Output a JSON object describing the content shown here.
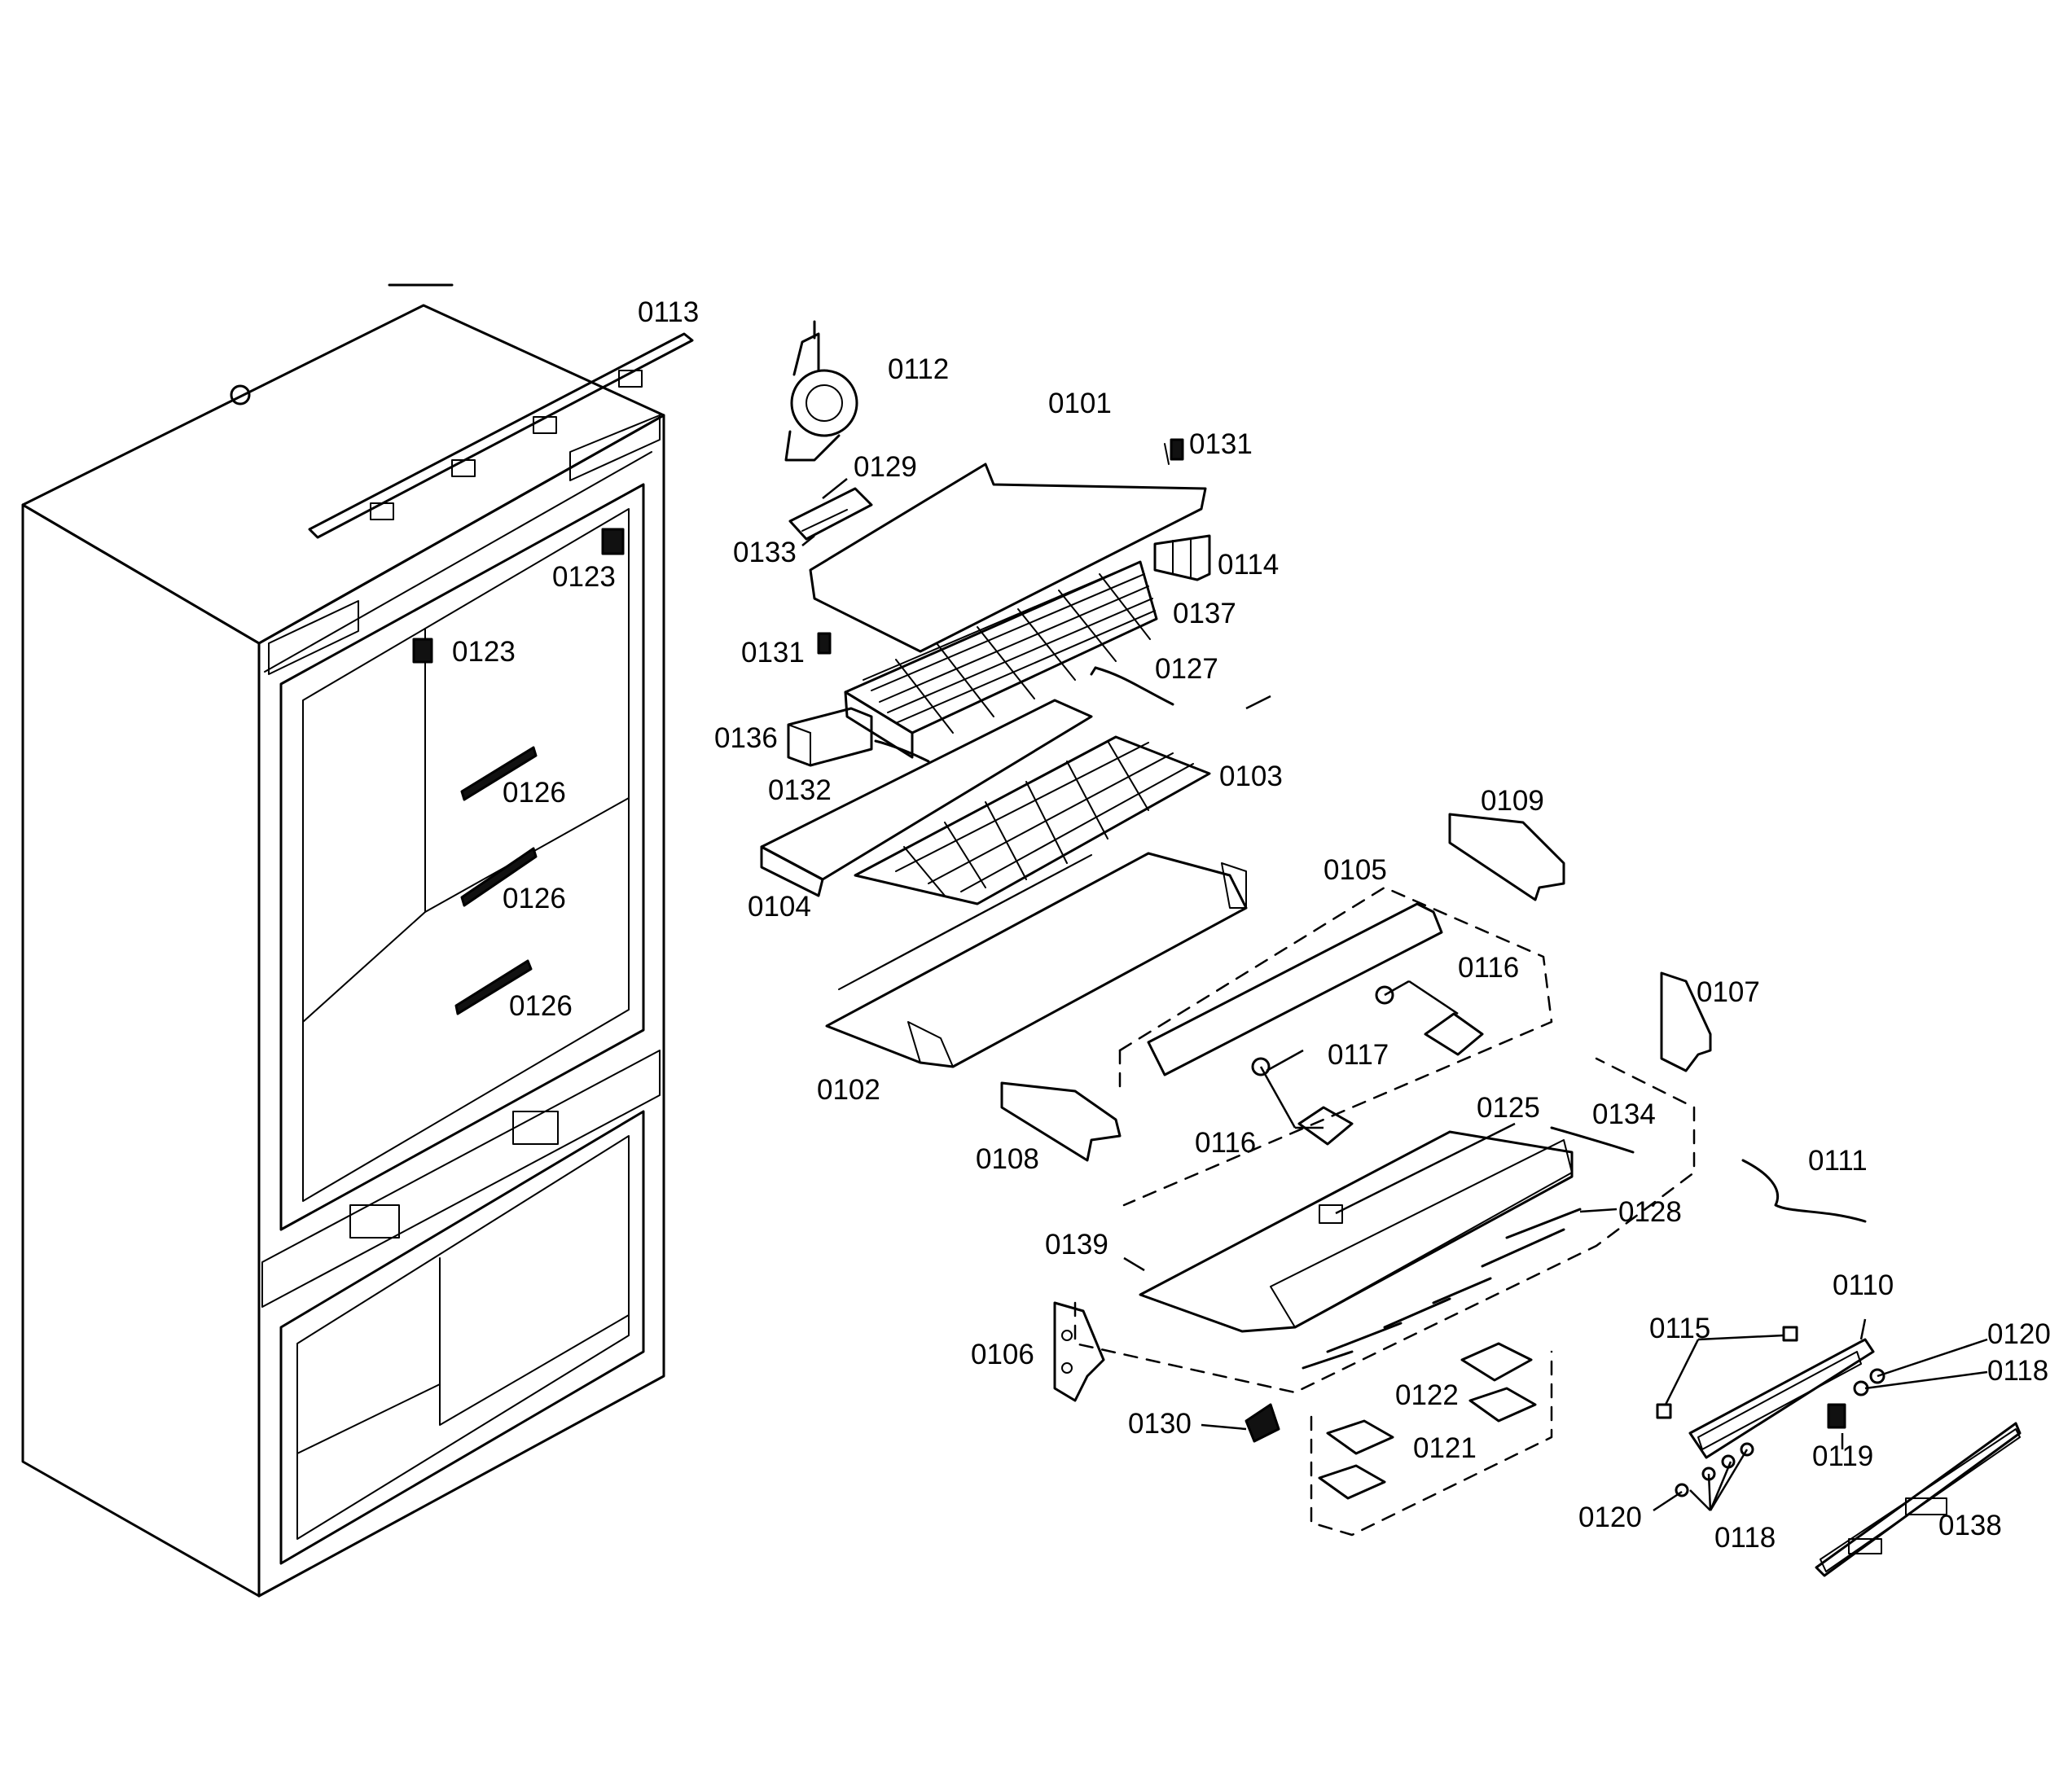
{
  "labels": {
    "p0101": "0101",
    "p0102": "0102",
    "p0103": "0103",
    "p0104": "0104",
    "p0105": "0105",
    "p0106": "0106",
    "p0107": "0107",
    "p0108": "0108",
    "p0109": "0109",
    "p0110": "0110",
    "p0111": "0111",
    "p0112": "0112",
    "p0113": "0113",
    "p0114": "0114",
    "p0115": "0115",
    "p0116": "0116",
    "p0117": "0117",
    "p0118": "0118",
    "p0119": "0119",
    "p0120": "0120",
    "p0121": "0121",
    "p0122": "0122",
    "p0123": "0123",
    "p0125": "0125",
    "p0126": "0126",
    "p0127": "0127",
    "p0128": "0128",
    "p0129": "0129",
    "p0130": "0130",
    "p0131": "0131",
    "p0132": "0132",
    "p0133": "0133",
    "p0134": "0134",
    "p0136": "0136",
    "p0137": "0137",
    "p0138": "0138",
    "p0139": "0139"
  }
}
